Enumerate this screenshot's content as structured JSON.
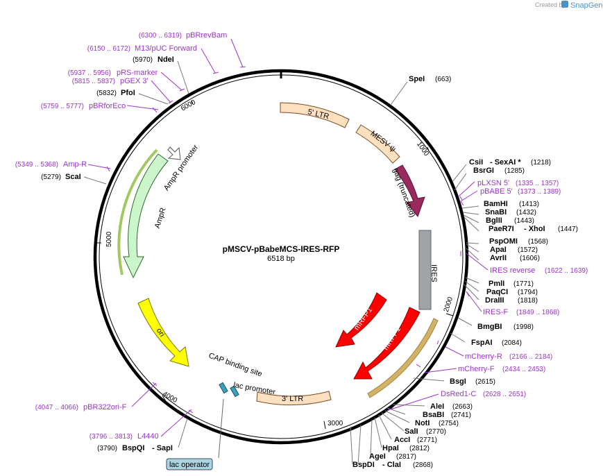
{
  "header": {
    "credit_prefix": "Created by",
    "credit_brand": "SnapGene"
  },
  "plasmid": {
    "name": "pMSCV-pBabeMCS-IRES-RFP",
    "size": "6518 bp"
  },
  "ticks": [
    "1000",
    "2000",
    "3000",
    "4000",
    "5000",
    "6000"
  ],
  "features": {
    "ltr5": "5' LTR",
    "mesv": "MESV ψ",
    "gag": "gag (truncated)",
    "ires": "IRES",
    "mrfp1_inner": "mRFP1",
    "mrfp1_outer": "mRFP1",
    "ltr3": "3' LTR",
    "lac_promoter": "lac promoter",
    "cap": "CAP binding site",
    "ori": "ori",
    "ampr": "AmpR",
    "ampr_promoter": "AmpR promoter",
    "lac_operator": "lac operator"
  },
  "sites_right": [
    {
      "name": "SpeI",
      "pos": "(663)"
    },
    {
      "name": "CsiI",
      "extra": "- SexAI *",
      "pos": "(1218)"
    },
    {
      "name": "BsrGI",
      "pos": "(1285)"
    },
    {
      "name": "BamHI",
      "pos": "(1413)"
    },
    {
      "name": "SnaBI",
      "pos": "(1432)"
    },
    {
      "name": "BglII",
      "pos": "(1443)"
    },
    {
      "name": "PaeR7I",
      "extra": "- XhoI",
      "pos": "(1447)"
    },
    {
      "name": "PspOMI",
      "pos": "(1568)"
    },
    {
      "name": "ApaI",
      "pos": "(1572)"
    },
    {
      "name": "AvrII",
      "pos": "(1606)"
    },
    {
      "name": "PmlI",
      "pos": "(1771)"
    },
    {
      "name": "PaqCI",
      "pos": "(1794)"
    },
    {
      "name": "DraIII",
      "pos": "(1818)"
    },
    {
      "name": "BmgBI",
      "pos": "(1998)"
    },
    {
      "name": "FspAI",
      "pos": "(2084)"
    },
    {
      "name": "BsgI",
      "pos": "(2615)"
    },
    {
      "name": "AleI",
      "pos": "(2663)"
    },
    {
      "name": "BsaBI",
      "pos": "(2741)"
    },
    {
      "name": "NotI",
      "pos": "(2754)"
    },
    {
      "name": "SalI",
      "pos": "(2770)"
    },
    {
      "name": "AccI",
      "pos": "(2771)"
    },
    {
      "name": "HpaI",
      "pos": "(2812)"
    },
    {
      "name": "AgeI",
      "pos": "(2817)"
    },
    {
      "name": "BspDI",
      "extra": "- ClaI",
      "pos": "(2868)"
    }
  ],
  "sites_left": [
    {
      "name": "NdeI",
      "pos": "(5970)"
    },
    {
      "name": "PfoI",
      "pos": "(5832)"
    },
    {
      "name": "ScaI",
      "pos": "(5279)"
    },
    {
      "name": "BspQI",
      "extra": "- SapI",
      "pos": "(3790)"
    }
  ],
  "primers_right": [
    {
      "name": "pLXSN 5'",
      "pos": "(1335 .. 1357)"
    },
    {
      "name": "pBABE 5'",
      "pos": "(1373 .. 1389)"
    },
    {
      "name": "IRES reverse",
      "pos": "(1622 .. 1639)"
    },
    {
      "name": "IRES-F",
      "pos": "(1849 .. 1868)"
    },
    {
      "name": "mCherry-R",
      "pos": "(2166 .. 2184)"
    },
    {
      "name": "mCherry-F",
      "pos": "(2434 .. 2453)"
    },
    {
      "name": "DsRed1-C",
      "pos": "(2628 .. 2651)"
    }
  ],
  "primers_left": [
    {
      "name": "pBRrevBam",
      "pos": "(6300 .. 6319)"
    },
    {
      "name": "M13/pUC Forward",
      "pos": "(6150 .. 6172)"
    },
    {
      "name": "pRS-marker",
      "pos": "(5937 .. 5956)"
    },
    {
      "name": "pGEX 3'",
      "pos": "(5815 .. 5837)"
    },
    {
      "name": "pBRforEco",
      "pos": "(5759 .. 5777)"
    },
    {
      "name": "Amp-R",
      "pos": "(5349 .. 5368)"
    },
    {
      "name": "pBR322ori-F",
      "pos": "(4047 .. 4066)"
    },
    {
      "name": "L4440",
      "pos": "(3796 .. 3813)"
    }
  ],
  "colors": {
    "ltr": "#fde0c0",
    "mesv": "#fde0c0",
    "gag": "#9a2a5e",
    "ires": "#a0a4a8",
    "mrfp1": "#ff0000",
    "ori": "#ffff00",
    "ampr": "#ccf5cc",
    "primer": "#9b33c9"
  }
}
